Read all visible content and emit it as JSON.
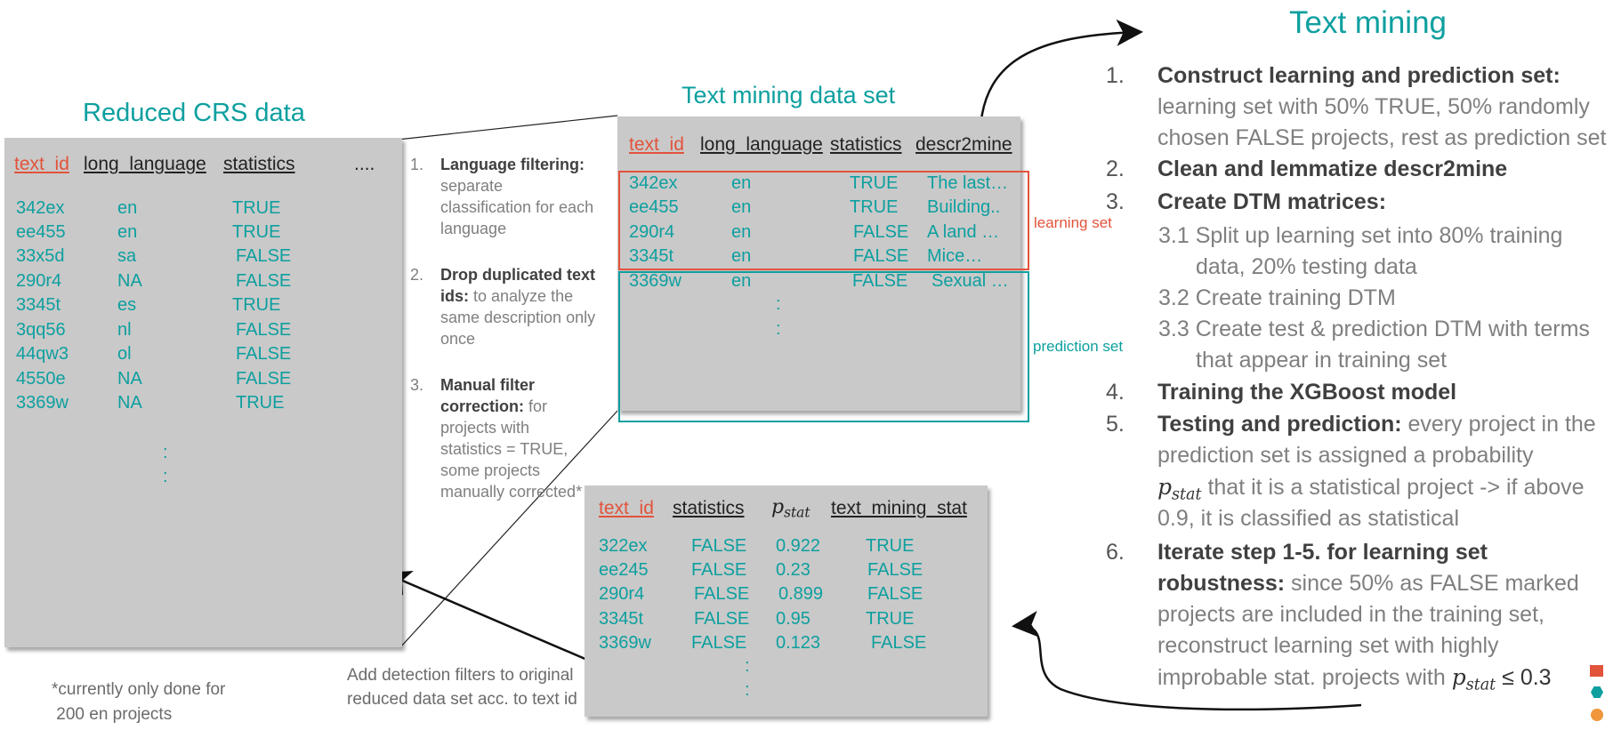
{
  "left_panel": {
    "title": "Reduced CRS data",
    "headers": {
      "text_id": "text_id",
      "long_language": "long_language",
      "statistics": "statistics",
      "more": "...."
    },
    "rows": [
      {
        "id": "342ex",
        "lang": "en",
        "stat": "TRUE"
      },
      {
        "id": "ee455",
        "lang": "en",
        "stat": "TRUE"
      },
      {
        "id": "33x5d",
        "lang": "sa",
        "stat": "FALSE"
      },
      {
        "id": "290r4",
        "lang": "NA",
        "stat": "FALSE"
      },
      {
        "id": "3345t",
        "lang": "es",
        "stat": "TRUE"
      },
      {
        "id": "3qq56",
        "lang": "nl",
        "stat": "FALSE"
      },
      {
        "id": "44qw3",
        "lang": "ol",
        "stat": "FALSE"
      },
      {
        "id": "4550e",
        "lang": "NA",
        "stat": "FALSE"
      },
      {
        "id": "3369w",
        "lang": "NA",
        "stat": "TRUE"
      }
    ],
    "ellipsis": [
      ":",
      ":"
    ],
    "footnote": "*currently only done for\n 200 en projects"
  },
  "middle_steps": [
    {
      "num": "1.",
      "bold": "Language filtering:",
      "text": " separate classification for each language"
    },
    {
      "num": "2.",
      "bold": "Drop duplicated text ids:",
      "text": " to analyze the same description only once"
    },
    {
      "num": "3.",
      "bold": "Manual filter correction:",
      "text": " for projects with statistics = TRUE, some projects manually corrected*"
    }
  ],
  "tm_panel": {
    "title": "Text mining data set",
    "headers": {
      "text_id": "text_id",
      "long_language": "long_language",
      "statistics": "statistics",
      "descr": "descr2mine"
    },
    "rows": [
      {
        "id": "342ex",
        "lang": "en",
        "stat": "TRUE",
        "desc": "The last…"
      },
      {
        "id": "ee455",
        "lang": "en",
        "stat": "TRUE",
        "desc": "Building.."
      },
      {
        "id": "290r4",
        "lang": "en",
        "stat": "FALSE",
        "desc": "A land …"
      },
      {
        "id": "3345t",
        "lang": "en",
        "stat": "FALSE",
        "desc": "Mice…"
      },
      {
        "id": "3369w",
        "lang": "en",
        "stat": "FALSE",
        "desc": "Sexual …"
      }
    ],
    "ellipsis": [
      ":",
      ":"
    ],
    "learning_label": "learning set",
    "prediction_label": "prediction set"
  },
  "result_panel": {
    "headers": {
      "text_id": "text_id",
      "statistics": "statistics",
      "p": "p",
      "p_sub": "stat",
      "tms": "text_mining_stat"
    },
    "rows": [
      {
        "id": "322ex",
        "stat": "FALSE",
        "p": "0.922",
        "tms": "TRUE"
      },
      {
        "id": "ee245",
        "stat": "FALSE",
        "p": "0.23",
        "tms": "FALSE"
      },
      {
        "id": "290r4",
        "stat": "FALSE",
        "p": "0.899",
        "tms": "FALSE"
      },
      {
        "id": "3345t",
        "stat": "FALSE",
        "p": "0.95",
        "tms": "TRUE"
      },
      {
        "id": "3369w",
        "stat": "FALSE",
        "p": "0.123",
        "tms": "FALSE"
      }
    ],
    "ellipsis": [
      ":",
      ":"
    ],
    "caption": "Add detection filters to original\nreduced data set acc. to text id"
  },
  "right": {
    "title": "Text mining",
    "s1_num": "1.",
    "s1_bold": "Construct learning and prediction set:",
    "s1_l1": "learning set with 50% TRUE, 50% randomly",
    "s1_l2": "chosen FALSE projects, rest as prediction set",
    "s2_num": "2.",
    "s2_bold": "Clean and lemmatize descr2mine",
    "s3_num": "3.",
    "s3_bold": "Create DTM matrices:",
    "s31_l1": "3.1 Split up learning set into 80% training",
    "s31_l2": "data, 20% testing data",
    "s32": "3.2 Create training DTM",
    "s33_l1": "3.3 Create test & prediction DTM with terms",
    "s33_l2": "that appear in training set",
    "s4_num": "4.",
    "s4_bold": "Training the XGBoost model",
    "s5_num": "5.",
    "s5_bold": "Testing and prediction:",
    "s5_l1": " every project in the",
    "s5_l2": "prediction set is assigned a probability",
    "s5_l3a": "p",
    "s5_l3sub": "stat",
    "s5_l3b": " that it is a statistical project  -> if above",
    "s5_l4": "0.9, it is classified as statistical",
    "s6_num": "6.",
    "s6_bold1": "Iterate step 1-5. for learning set",
    "s6_bold2": "robustness:",
    "s6_l2": " since 50% as FALSE marked",
    "s6_l3": "projects are included in the training set,",
    "s6_l4": "reconstruct learning set with highly",
    "s6_l5a": "improbable stat. projects with ",
    "s6_l5p": "p",
    "s6_l5sub": "stat",
    "s6_l5b": " ≤ 0.3"
  },
  "colors": {
    "teal": "#0e9f9f",
    "red": "#e2533b",
    "panel": "#c9c9c9",
    "orange": "#f0963c"
  }
}
